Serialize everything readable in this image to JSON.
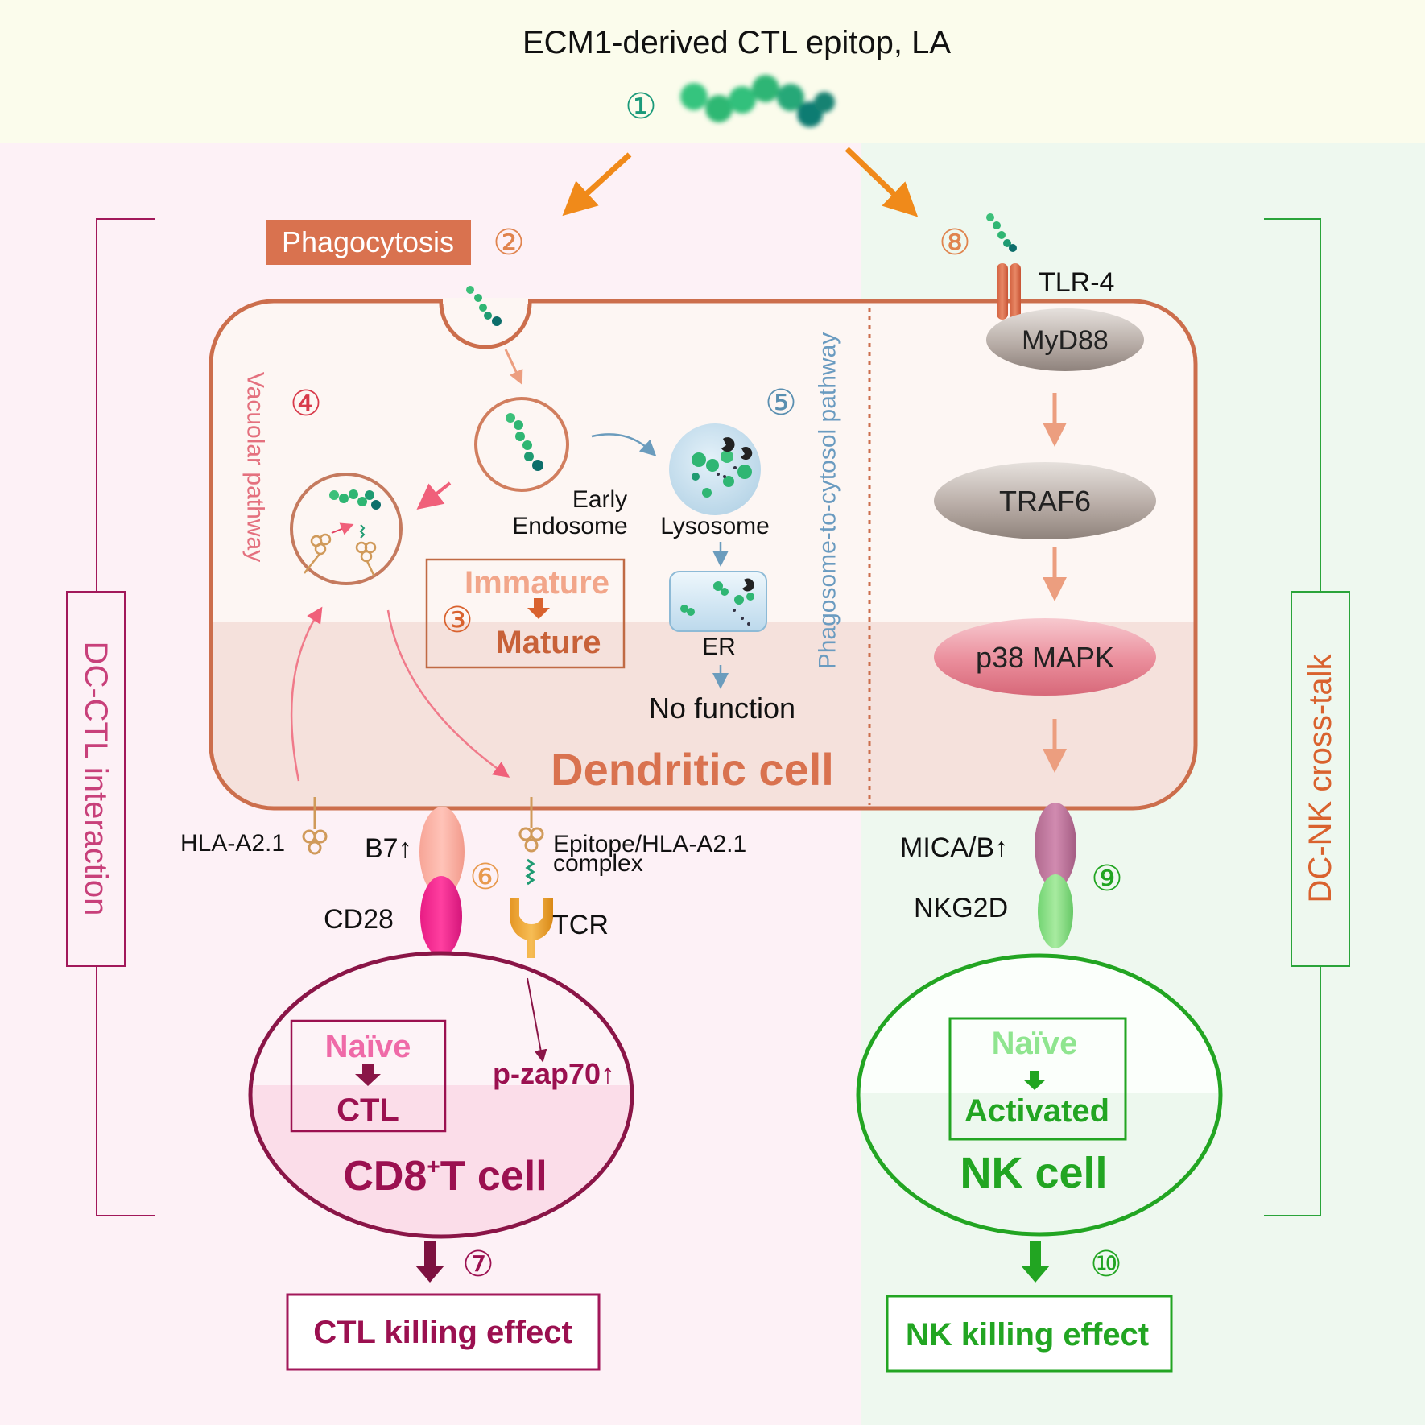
{
  "title": "ECM1-derived CTL epitop, LA",
  "steps": [
    "①",
    "②",
    "③",
    "④",
    "⑤",
    "⑥",
    "⑦",
    "⑧",
    "⑨",
    "⑩"
  ],
  "dc": {
    "phagocytosis": "Phagocytosis",
    "vacuolar_pathway": "Vacuolar pathway",
    "phagosome_pathway": "Phagosome-to-cytosol pathway",
    "early": "Early",
    "endosome": "Endosome",
    "lysosome": "Lysosome",
    "er": "ER",
    "no_function": "No function",
    "immature": "Immature",
    "mature": "Mature",
    "cell_label": "Dendritic cell"
  },
  "signaling": {
    "tlr4": "TLR-4",
    "myd88": "MyD88",
    "traf6": "TRAF6",
    "p38": "p38 MAPK"
  },
  "synapse": {
    "hla": "HLA-A2.1",
    "b7": "B7↑",
    "epitope_1": "Epitope/HLA-A2.1",
    "epitope_2": "complex",
    "cd28": "CD28",
    "tcr": "TCR",
    "mica": "MICA/B↑",
    "nkg2d": "NKG2D"
  },
  "tcell": {
    "naive": "Naïve",
    "ctl": "CTL",
    "pzap": "p-zap70↑",
    "label_main": "CD8",
    "label_sup": "+",
    "label_end": "T cell",
    "effect": "CTL killing effect"
  },
  "nkcell": {
    "naive": "Naïve",
    "activated": "Activated",
    "label": "NK cell",
    "effect": "NK killing effect"
  },
  "brackets": {
    "left": "DC-CTL interaction",
    "right": "DC-NK cross-talk"
  },
  "colors": {
    "left_bg": "#fdf1f6",
    "right_bg": "#eef8ef",
    "top_bg": "#fbfcec",
    "dc_border": "#cc6e4c",
    "maroon": "#9b1050",
    "green": "#22a522",
    "orange_arrow": "#f08a1a",
    "salmon_arrow": "#ec9e7f",
    "step_teal": "#1a9a7a",
    "step_orange": "#e0844e",
    "step_red": "#d83a4a",
    "step_blue": "#5a8fb0"
  }
}
